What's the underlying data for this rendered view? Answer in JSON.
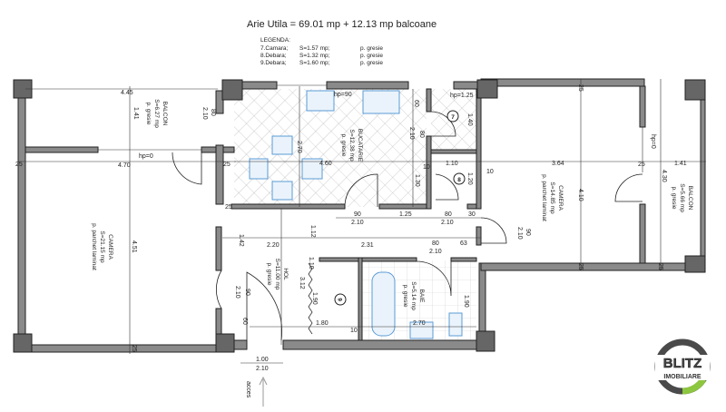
{
  "header": {
    "title": "Arie Utila = 69.01 mp + 12.13 mp balcoane",
    "legend_title": "LEGENDA:",
    "legend": [
      {
        "name": "7.Camara;",
        "area": "S=1.57 mp;",
        "floor": "p. gresie"
      },
      {
        "name": "8.Debara;",
        "area": "S=1.32 mp;",
        "floor": "p. gresie"
      },
      {
        "name": "9.Debara;",
        "area": "S=1.60 mp;",
        "floor": "p. gresie"
      }
    ]
  },
  "rooms": {
    "balcon_left": {
      "name": "BALCON",
      "area": "S=6.27 mp",
      "floor": "p. gresie"
    },
    "camera_left": {
      "name": "CAMERA",
      "area": "S=21.15 mp",
      "floor": "p. parchet laminat"
    },
    "bucatarie": {
      "name": "BUCATARIE",
      "area": "S=12.38 mp",
      "floor": "p. gresie"
    },
    "camera_right": {
      "name": "CAMERA",
      "area": "S=14.85 mp",
      "floor": "p. parchet laminat"
    },
    "balcon_right": {
      "name": "BALCON",
      "area": "S=5.66 mp",
      "floor": "p. gresie"
    },
    "hol": {
      "name": "HOL",
      "area": "S=11.00 mp",
      "floor": "p. gresie"
    },
    "baie": {
      "name": "BAIE",
      "area": "S=5.14 mp",
      "floor": "p. gresie"
    }
  },
  "markers": [
    "7",
    "8",
    "9"
  ],
  "dims": [
    "4.45",
    "1.41",
    "80",
    "2.10",
    "hp=0",
    "4.70",
    "25",
    "25",
    "4.51",
    "25",
    "hp=90",
    "60",
    "80",
    "2.10",
    "2.70",
    "4.60",
    "1.10",
    "1.30",
    "10",
    "1.20",
    "1.40",
    "hp=1.25",
    "90",
    "2.10",
    "1.25",
    "80",
    "2.10",
    "30",
    "1.42",
    "1.12",
    "2.20",
    "2.31",
    "80",
    "2.10",
    "63",
    "1.10",
    "3.12",
    "1.90",
    "90",
    "2.10",
    "60",
    "1.80",
    "10",
    "2.70",
    "1.90",
    "1.00",
    "2.10",
    "3.64",
    "4.10",
    "10",
    "90",
    "2.10",
    "25",
    "hp=0",
    "1.41",
    "25",
    "4.30",
    "25",
    "25",
    "25"
  ],
  "access_label": "acces",
  "logo": {
    "line1": "BLITZ",
    "line2": "IMOBILIARE",
    "ring_color": "#4a4a4a",
    "accent_color": "#8dc63f"
  },
  "colors": {
    "wall": "#8a8a8a",
    "fixture": "#5b9bd5"
  }
}
